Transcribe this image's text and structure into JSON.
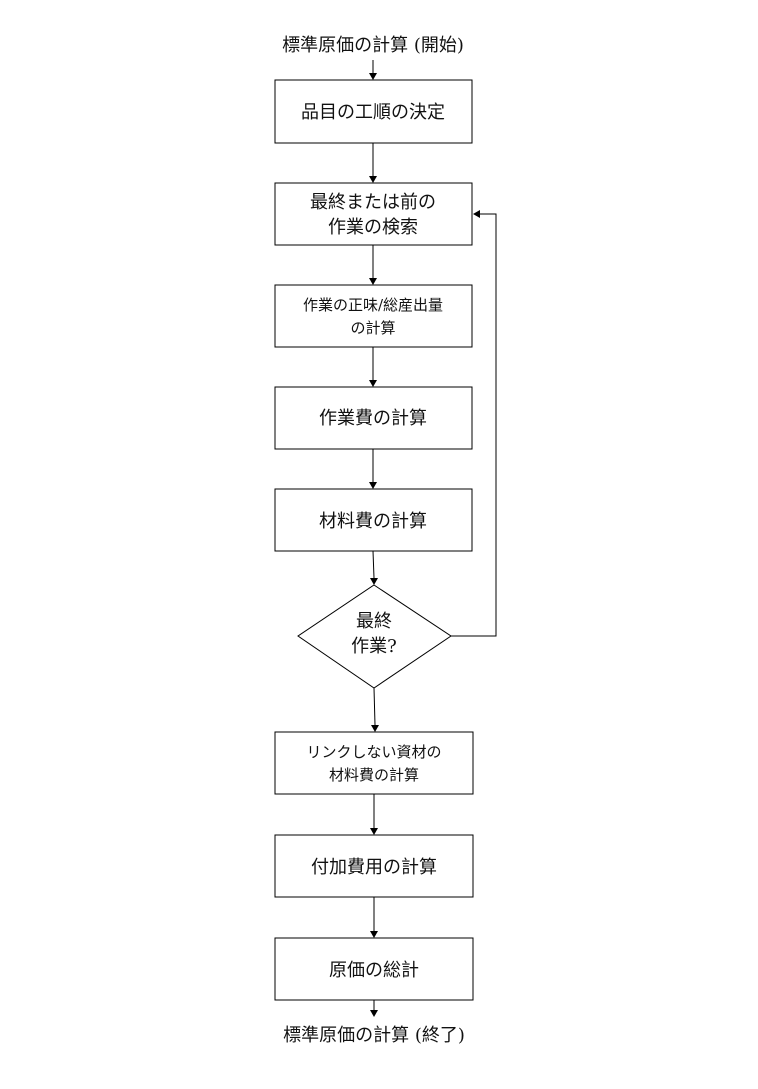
{
  "flowchart": {
    "start_label": "標準原価の計算 (開始)",
    "end_label": "標準原価の計算 (終了)",
    "steps": {
      "routing": "品目の工順の決定",
      "find_operation": [
        "最終または前の",
        "作業の検索"
      ],
      "net_gross": [
        "作業の正味/総産出量",
        "の計算"
      ],
      "labor_cost": "作業費の計算",
      "material_cost": "材料費の計算",
      "unlinked_material": [
        "リンクしない資材の",
        "材料費の計算"
      ],
      "overhead": "付加費用の計算",
      "total": "原価の総計"
    },
    "decision": {
      "label": [
        "最終",
        "作業?"
      ]
    }
  }
}
